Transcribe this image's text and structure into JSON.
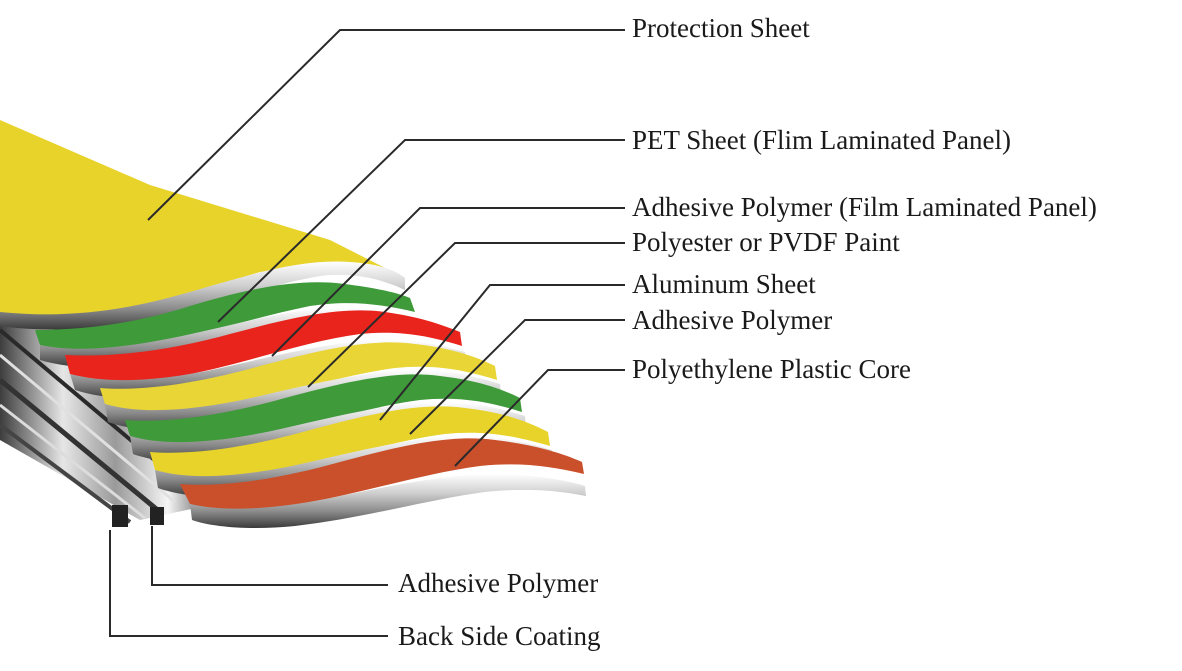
{
  "diagram": {
    "layers": [
      {
        "label": "Protection Sheet",
        "color": "#e8d32a"
      },
      {
        "label": "PET Sheet (Flim Laminated Panel)",
        "color": "#3f9a3a"
      },
      {
        "label": "Adhesive Polymer (Film Laminated Panel)",
        "color": "#e8241c"
      },
      {
        "label": "Polyester or PVDF Paint",
        "color": "#e9d535"
      },
      {
        "label": "Aluminum Sheet",
        "color": "#3f9a3a"
      },
      {
        "label": "Adhesive Polymer",
        "color": "#e8d32a"
      },
      {
        "label": "Polyethylene Plastic Core",
        "color": "#c9502a"
      }
    ],
    "bottom_labels": [
      {
        "label": "Adhesive Polymer"
      },
      {
        "label": "Back Side Coating"
      }
    ],
    "colors": {
      "metal_light": "#f2f2f2",
      "metal_mid": "#a8a8a8",
      "metal_dark": "#4a4a4a",
      "leader_line": "#2a2a2a"
    }
  }
}
